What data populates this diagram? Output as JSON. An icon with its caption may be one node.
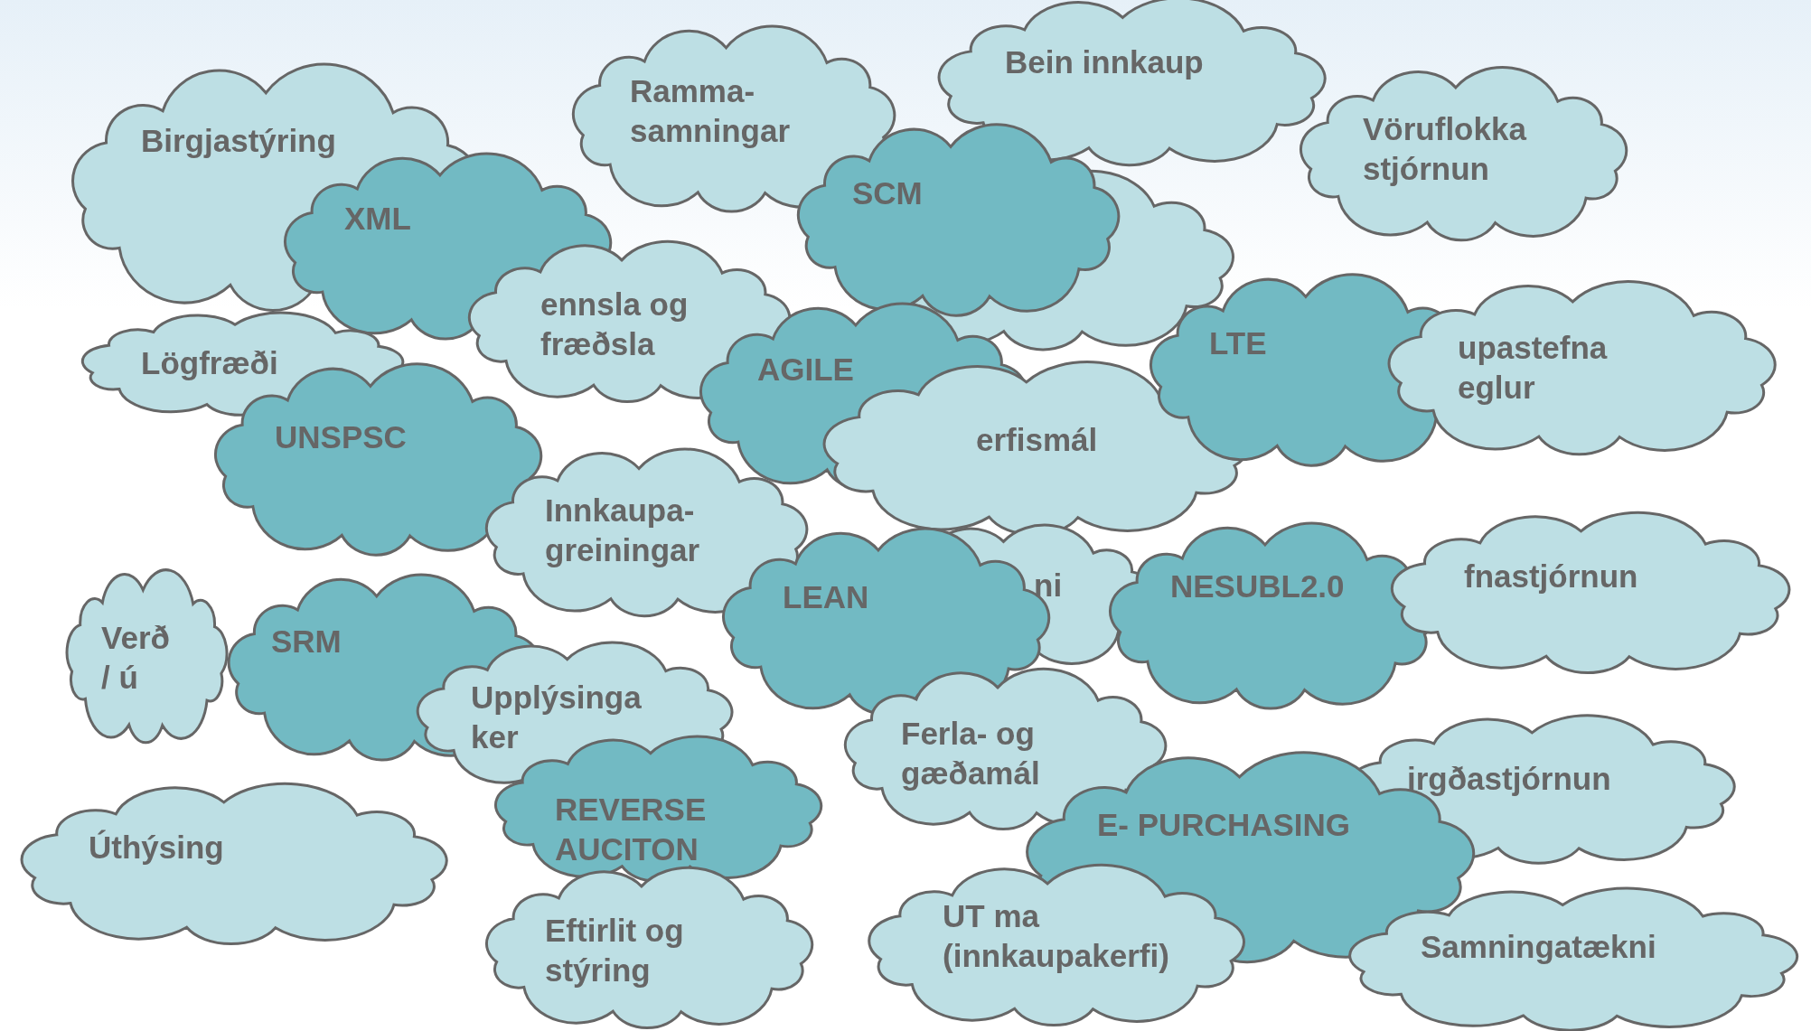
{
  "diagram": {
    "nodes": [
      {
        "text": [
          "Birgjastýring"
        ]
      },
      {
        "text": [
          "Ramma- samningar"
        ]
      },
      {
        "text": [
          "Bein innkaup"
        ]
      },
      {
        "text": [
          "Vöruflokka stjórnun"
        ]
      },
      {
        "text": [],
        "shape": "cloud"
      },
      {
        "text": [
          "XML"
        ]
      },
      {
        "text": [
          "SCM"
        ]
      },
      {
        "text": [
          "ennsla og fræðsla"
        ]
      },
      {
        "text": [
          "Lögfræði"
        ]
      },
      {
        "text": [
          "UNSPSC"
        ]
      },
      {
        "text": [
          "AGILE"
        ]
      },
      {
        "text": [
          "erfismál"
        ]
      },
      {
        "text": [
          "LTE"
        ]
      },
      {
        "text": [
          "upastefna eglur"
        ]
      },
      {
        "text": [
          "Innkaupa- greiningar"
        ]
      },
      {
        "text": [
          "ni"
        ]
      },
      {
        "text": [
          "LEAN"
        ]
      },
      {
        "text": [
          "NESUBL2.0"
        ]
      },
      {
        "text": [
          "fnastjórnun"
        ]
      },
      {
        "text": [
          "Verð / ú"
        ]
      },
      {
        "text": [
          "SRM"
        ]
      },
      {
        "text": [
          "Upplýsinga ker"
        ]
      },
      {
        "text": [
          "REVERSE AUCITON"
        ]
      },
      {
        "text": [
          "Ferla- og gæðamál"
        ]
      },
      {
        "text": [
          "irgðastjórnun"
        ]
      },
      {
        "text": [
          "E- PURCHASING"
        ]
      },
      {
        "text": [
          "Úthýsing"
        ]
      },
      {
        "text": [
          "Eftirlit og stýring"
        ]
      },
      {
        "text": [
          "UT ma (innkaupakerfi)"
        ]
      },
      {
        "text": [
          "Samningatækni"
        ]
      }
    ]
  }
}
